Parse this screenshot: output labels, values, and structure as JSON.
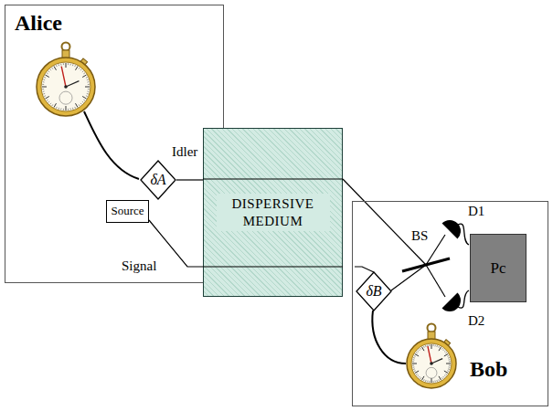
{
  "diagram": {
    "nodes": [
      {
        "text": [
          "Alice"
        ]
      },
      {
        "text": [
          "Source"
        ],
        "in": 0
      },
      {
        "text": [
          "δA"
        ],
        "in": 0
      },
      {
        "text": [
          "DISPERSIVE MEDIUM"
        ]
      },
      {
        "text": [
          "Bob"
        ]
      },
      {
        "text": [
          "δB"
        ],
        "in": 4
      },
      {
        "text": [
          "Pc"
        ],
        "in": 4
      }
    ],
    "edges": [
      {
        "from": 1,
        "to": 3,
        "arrow": "none"
      },
      {
        "from": 2,
        "to": 3,
        "arrow": "none"
      },
      {
        "from": 3,
        "to": 5,
        "arrow": "none"
      }
    ],
    "labels": [
      "Idler",
      "Signal",
      "BS",
      "D1",
      "D2"
    ]
  }
}
